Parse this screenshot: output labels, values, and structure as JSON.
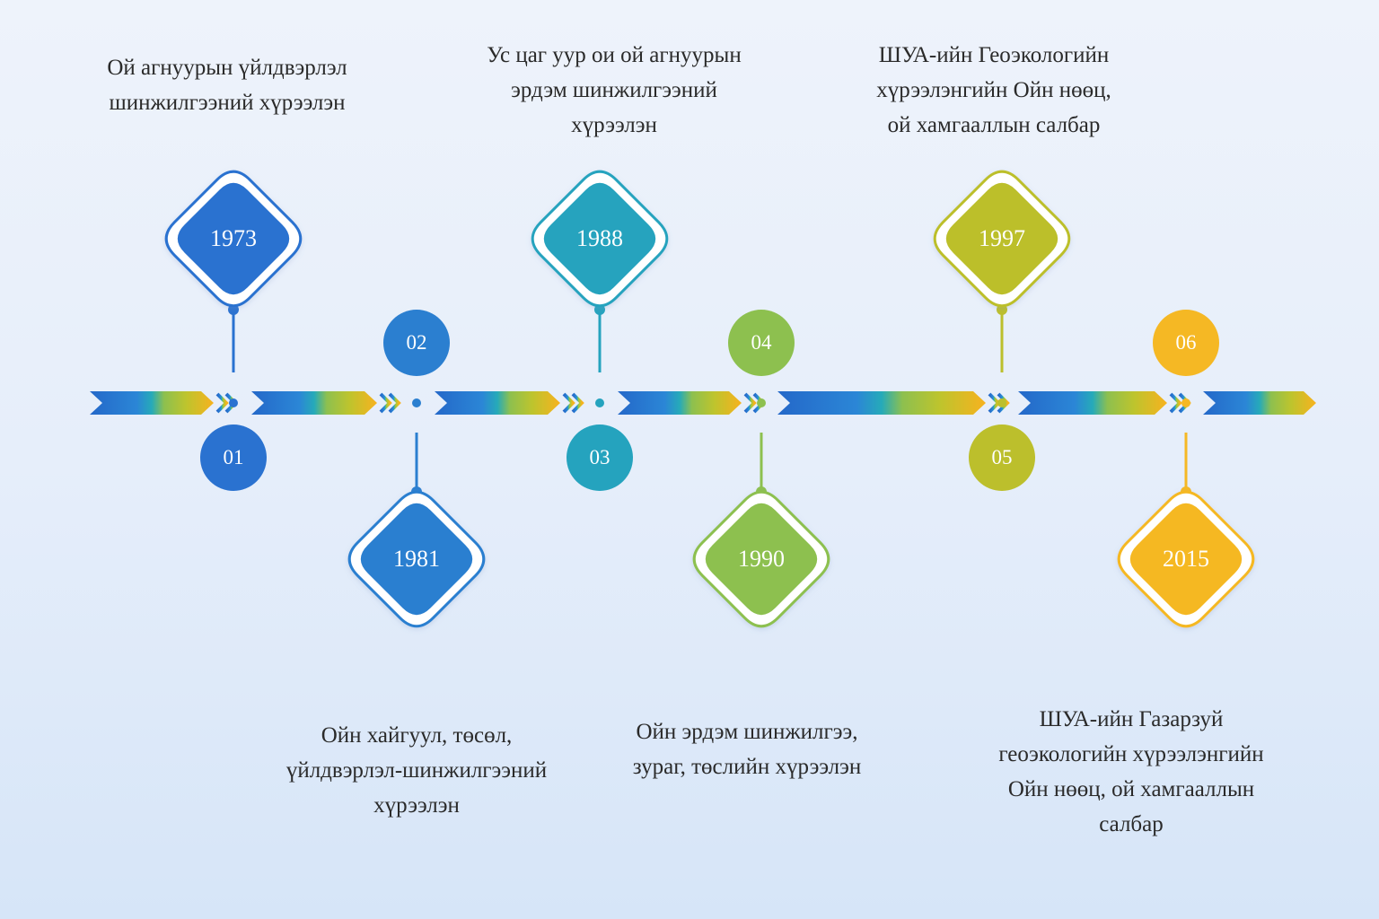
{
  "colors": {
    "blue": "#2f7fd3",
    "blue_dark": "#2468c4",
    "teal": "#22a8bd",
    "green": "#8dc04f",
    "olive": "#bcbf2c",
    "yellow": "#f5b824"
  },
  "milestones": [
    {
      "number": "01",
      "year": "1973",
      "text": "Ой агнуурын үйлдвэрлэл\nшинжилгээний хүрээлэн",
      "color": "#2a72d0"
    },
    {
      "number": "02",
      "year": "1981",
      "text": "Ойн хайгуул, төсөл,\nүйлдвэрлэл-шинжилгээний\nхүрээлэн",
      "color": "#2b7fd0"
    },
    {
      "number": "03",
      "year": "1988",
      "text": "Ус цаг уур ои ой агнуурын\nэрдэм шинжилгээний\nхүрээлэн",
      "color": "#25a3be"
    },
    {
      "number": "04",
      "year": "1990",
      "text": "Ойн эрдэм шинжилгээ,\nзураг, төслийн хүрээлэн",
      "color": "#8dc04f"
    },
    {
      "number": "05",
      "year": "1997",
      "text": "ШУА-ийн Геоэкологийн\nхүрээлэнгийн Ойн нөөц,\nой хамгааллын салбар",
      "color": "#bcbf2c"
    },
    {
      "number": "06",
      "year": "2015",
      "text": "ШУА-ийн Газарзуй\nгеоэкологийн хүрээлэнгийн\nОйн нөөц, ой хамгааллын\nсалбар",
      "color": "#f5b824"
    }
  ]
}
